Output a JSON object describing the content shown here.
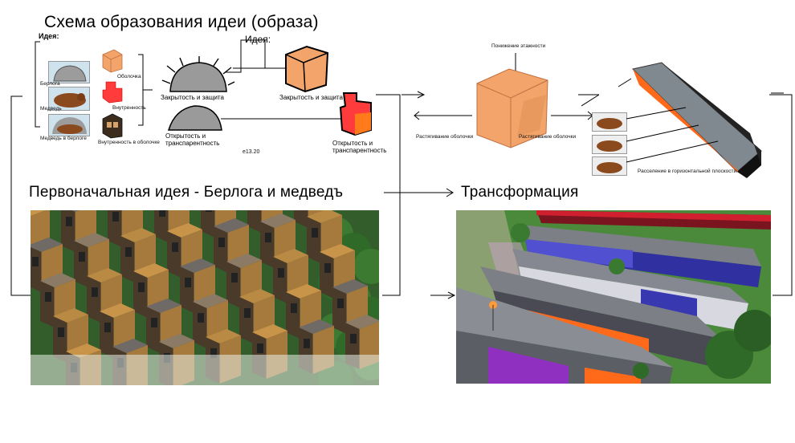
{
  "scheme": {
    "title": "Схема образования идеи (образа)",
    "idea_small": "Идея:",
    "idea_big": "Идея:",
    "den": "Берлога",
    "bear": "Медведь",
    "bear_in_den": "Медведь в берлоге",
    "shell": "Оболочка",
    "inside": "Внутренность",
    "inside_in_shell": "Внутренность в оболочке",
    "closed": "Закрытость и защита",
    "open": "Открытость и транспарентность",
    "closed2": "Закрытость и защита",
    "open2": "Открытость и транспарентность",
    "page_ref": "e13.20"
  },
  "transform_scheme": {
    "lowering": "Понижение этажности",
    "stretch_left": "Растягивание оболочки",
    "stretch_right": "Растягивание оболочки",
    "settlement": "Расселение в горизонтальной плоскости"
  },
  "captions": {
    "initial": "Первоначальная идея - Берлога и медведъ",
    "transform": "Трансформация"
  },
  "colors": {
    "orange_light": "#f2a46a",
    "orange": "#f08a3a",
    "red": "#ff3b3b",
    "grass": "#3f8a2a",
    "roof": "#7c7f86",
    "wood": "#c8944a"
  }
}
